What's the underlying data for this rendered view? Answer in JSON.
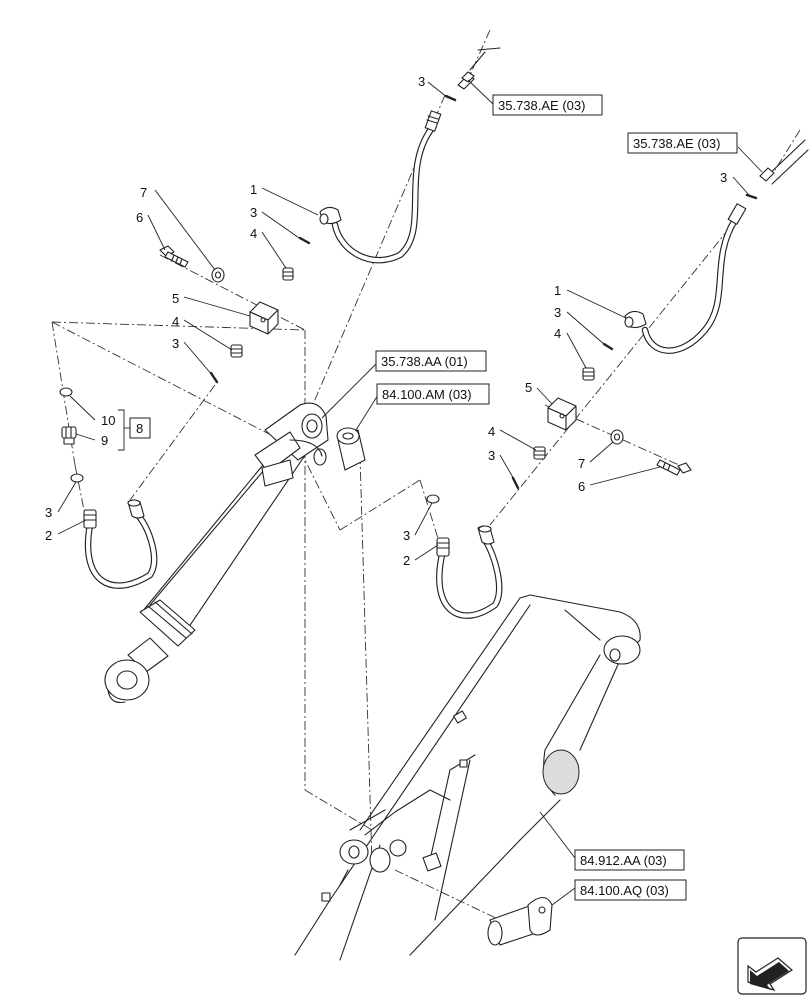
{
  "callouts": {
    "top_center": {
      "c3a": "3",
      "c1": "1",
      "c3b": "3",
      "c4a": "4",
      "c7": "7",
      "c6": "6",
      "c5": "5",
      "c4b": "4",
      "c3c": "3"
    },
    "left_kit": {
      "c10": "10",
      "c9": "9",
      "kit": "8",
      "c3": "3",
      "c2": "2"
    },
    "right": {
      "c3a": "3",
      "c1": "1",
      "c3b": "3",
      "c4a": "4",
      "c5": "5",
      "c4b": "4",
      "c3c": "3",
      "c7": "7",
      "c6": "6"
    },
    "middle": {
      "c3": "3",
      "c2": "2"
    }
  },
  "references": {
    "ref_top_hose": "35.738.AE (03)",
    "ref_right_hose": "35.738.AE (03)",
    "ref_cylinder": "35.738.AA (01)",
    "ref_bushing": "84.100.AM (03)",
    "ref_arm": "84.912.AA (03)",
    "ref_pin": "84.100.AQ (03)"
  },
  "nav": {
    "icon": "next-page-arrow-icon"
  }
}
